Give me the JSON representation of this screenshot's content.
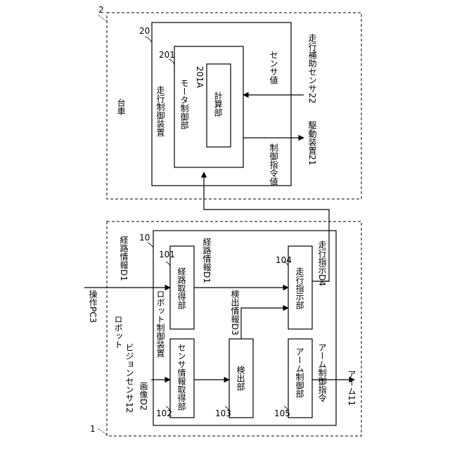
{
  "cart": {
    "number": "2",
    "title": "台車",
    "travel_control_device": {
      "number": "20",
      "label": "走行制御装置"
    },
    "motor_control_unit": {
      "number": "201",
      "label": "モータ制御部"
    },
    "calculation_unit": {
      "number": "201A",
      "label": "計算部"
    },
    "drive_device": {
      "label": "駆動装置21"
    },
    "travel_assist_sensor": {
      "label": "走行補助センサ22"
    },
    "sensor_value_label": "センサ値",
    "control_command_value_label": "制御指令値"
  },
  "robot": {
    "number": "1",
    "title": "ロボット",
    "robot_control_device": {
      "number": "10",
      "label": "ロボット制御装置"
    },
    "route_acquisition_unit": {
      "number": "101",
      "label": "経路取得部"
    },
    "sensor_info_acquisition_unit": {
      "number": "102",
      "label": "センサ情報取得部"
    },
    "detection_unit": {
      "number": "103",
      "label": "検出部"
    },
    "travel_instruction_unit": {
      "number": "104",
      "label": "走行指示部"
    },
    "arm_control_unit": {
      "number": "105",
      "label": "アーム制御部"
    },
    "vision_sensor": {
      "label": "ビジョンセンサ12"
    },
    "arm": {
      "label": "アーム11"
    },
    "operation_pc": {
      "label": "操作PC3"
    },
    "labels": {
      "route_info_outer": "経路情報D1",
      "route_info_inner": "経路情報D1",
      "image": "画像D2",
      "detection_info": "検出情報D3",
      "travel_instruction": "走行指示D4",
      "arm_control_command": "アーム制御指令"
    }
  }
}
